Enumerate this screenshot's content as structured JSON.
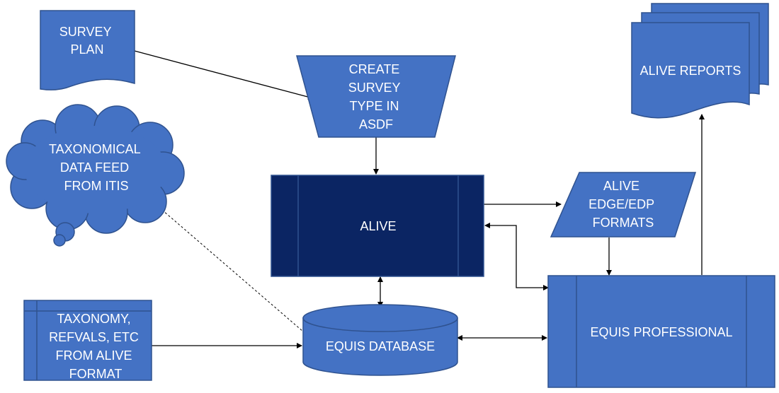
{
  "nodes": {
    "survey_plan": [
      "SURVEY",
      "PLAN"
    ],
    "create_survey": [
      "CREATE",
      "SURVEY",
      "TYPE IN",
      "ASDF"
    ],
    "taxonomical_feed": [
      "TAXONOMICAL",
      "DATA FEED",
      "FROM ITIS"
    ],
    "alive": [
      "ALIVE"
    ],
    "alive_formats": [
      "ALIVE",
      "EDGE/EDP",
      "FORMATS"
    ],
    "alive_reports": [
      "ALIVE REPORTS"
    ],
    "taxonomy_refvals": [
      "TAXONOMY,",
      "REFVALS, ETC",
      "FROM ALIVE",
      "FORMAT"
    ],
    "equis_database": [
      "EQUIS DATABASE"
    ],
    "equis_professional": [
      "EQUIS PROFESSIONAL"
    ]
  },
  "colors": {
    "shape_fill": "#4472c4",
    "shape_stroke": "#2f528f",
    "alive_fill": "#0b2563",
    "alive_stroke": "#2f528f",
    "text": "#ffffff",
    "connector": "#000000"
  }
}
